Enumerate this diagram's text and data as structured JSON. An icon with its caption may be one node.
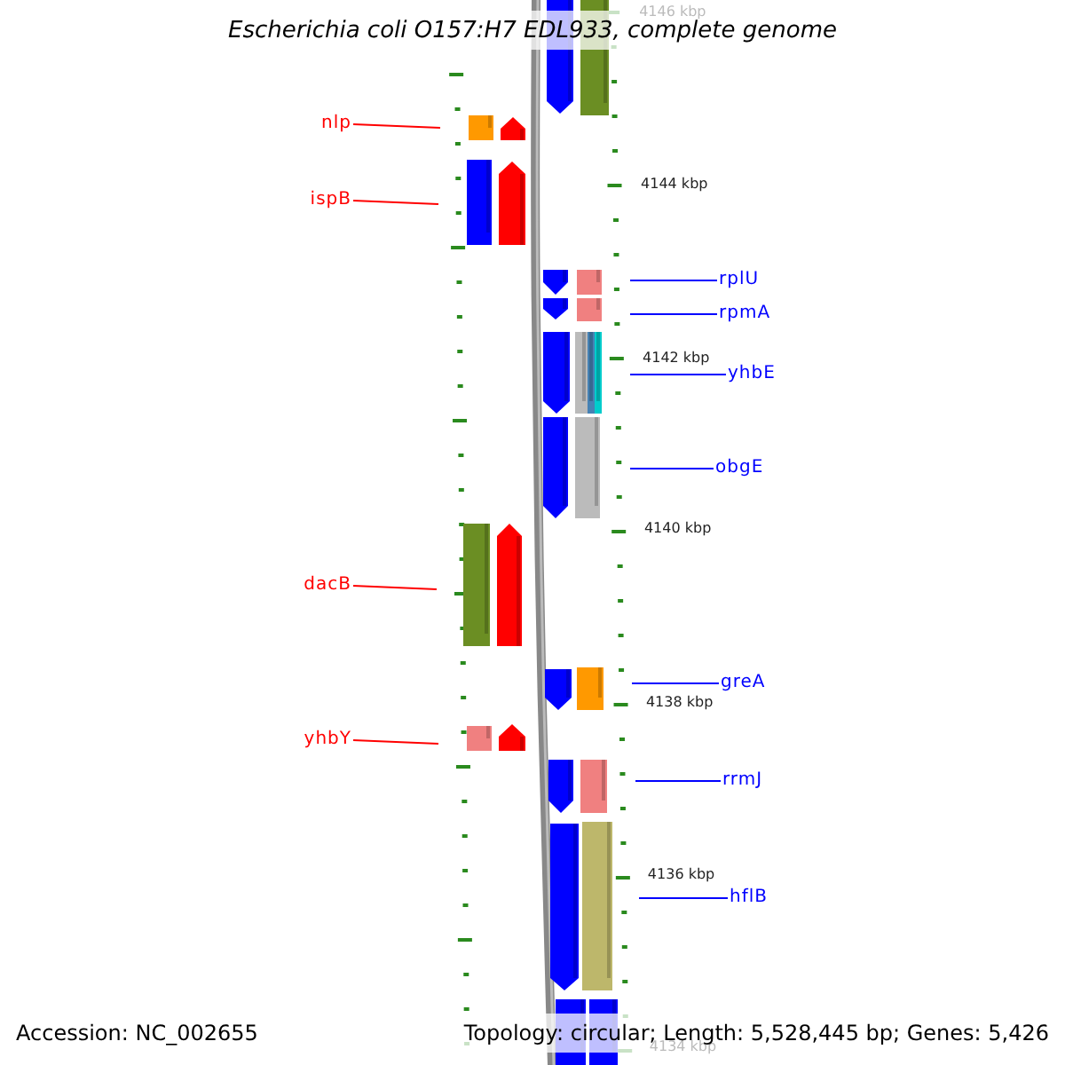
{
  "diagram": {
    "title": "Escherichia coli O157:H7 EDL933, complete genome",
    "nodes": [
      {
        "text": [
          "nlp"
        ]
      },
      {
        "text": [
          "ispB"
        ]
      },
      {
        "text": [
          "dacB"
        ]
      },
      {
        "text": [
          "yhbY"
        ]
      },
      {
        "text": [
          "rplU"
        ]
      },
      {
        "text": [
          "rpmA"
        ]
      },
      {
        "text": [
          "yhbE"
        ]
      },
      {
        "text": [
          "obgE"
        ]
      },
      {
        "text": [
          "greA"
        ]
      },
      {
        "text": [
          "rrmJ"
        ]
      },
      {
        "text": [
          "hflB"
        ]
      }
    ],
    "edges": [
      {
        "from": 0,
        "to": null,
        "arrow": "none",
        "color": "#ff0000"
      },
      {
        "from": 1,
        "to": null,
        "arrow": "none",
        "color": "#ff0000"
      },
      {
        "from": 2,
        "to": null,
        "arrow": "none",
        "color": "#ff0000"
      },
      {
        "from": 3,
        "to": null,
        "arrow": "none",
        "color": "#ff0000"
      },
      {
        "from": 4,
        "to": null,
        "arrow": "none"
      },
      {
        "from": 5,
        "to": null,
        "arrow": "none"
      },
      {
        "from": 6,
        "to": null,
        "arrow": "none"
      },
      {
        "from": 7,
        "to": null,
        "arrow": "none"
      },
      {
        "from": 8,
        "to": null,
        "arrow": "none"
      },
      {
        "from": 9,
        "to": null,
        "arrow": "none"
      },
      {
        "from": 10,
        "to": null,
        "arrow": "none"
      }
    ],
    "labels": [
      "4146 kbp",
      "4144 kbp",
      "4142 kbp",
      "4140 kbp",
      "4138 kbp",
      "4136 kbp",
      "4134 kbp",
      "Accession: NC_002655",
      "Topology: circular; Length: 5,528,445 bp; Genes: 5,426"
    ]
  }
}
